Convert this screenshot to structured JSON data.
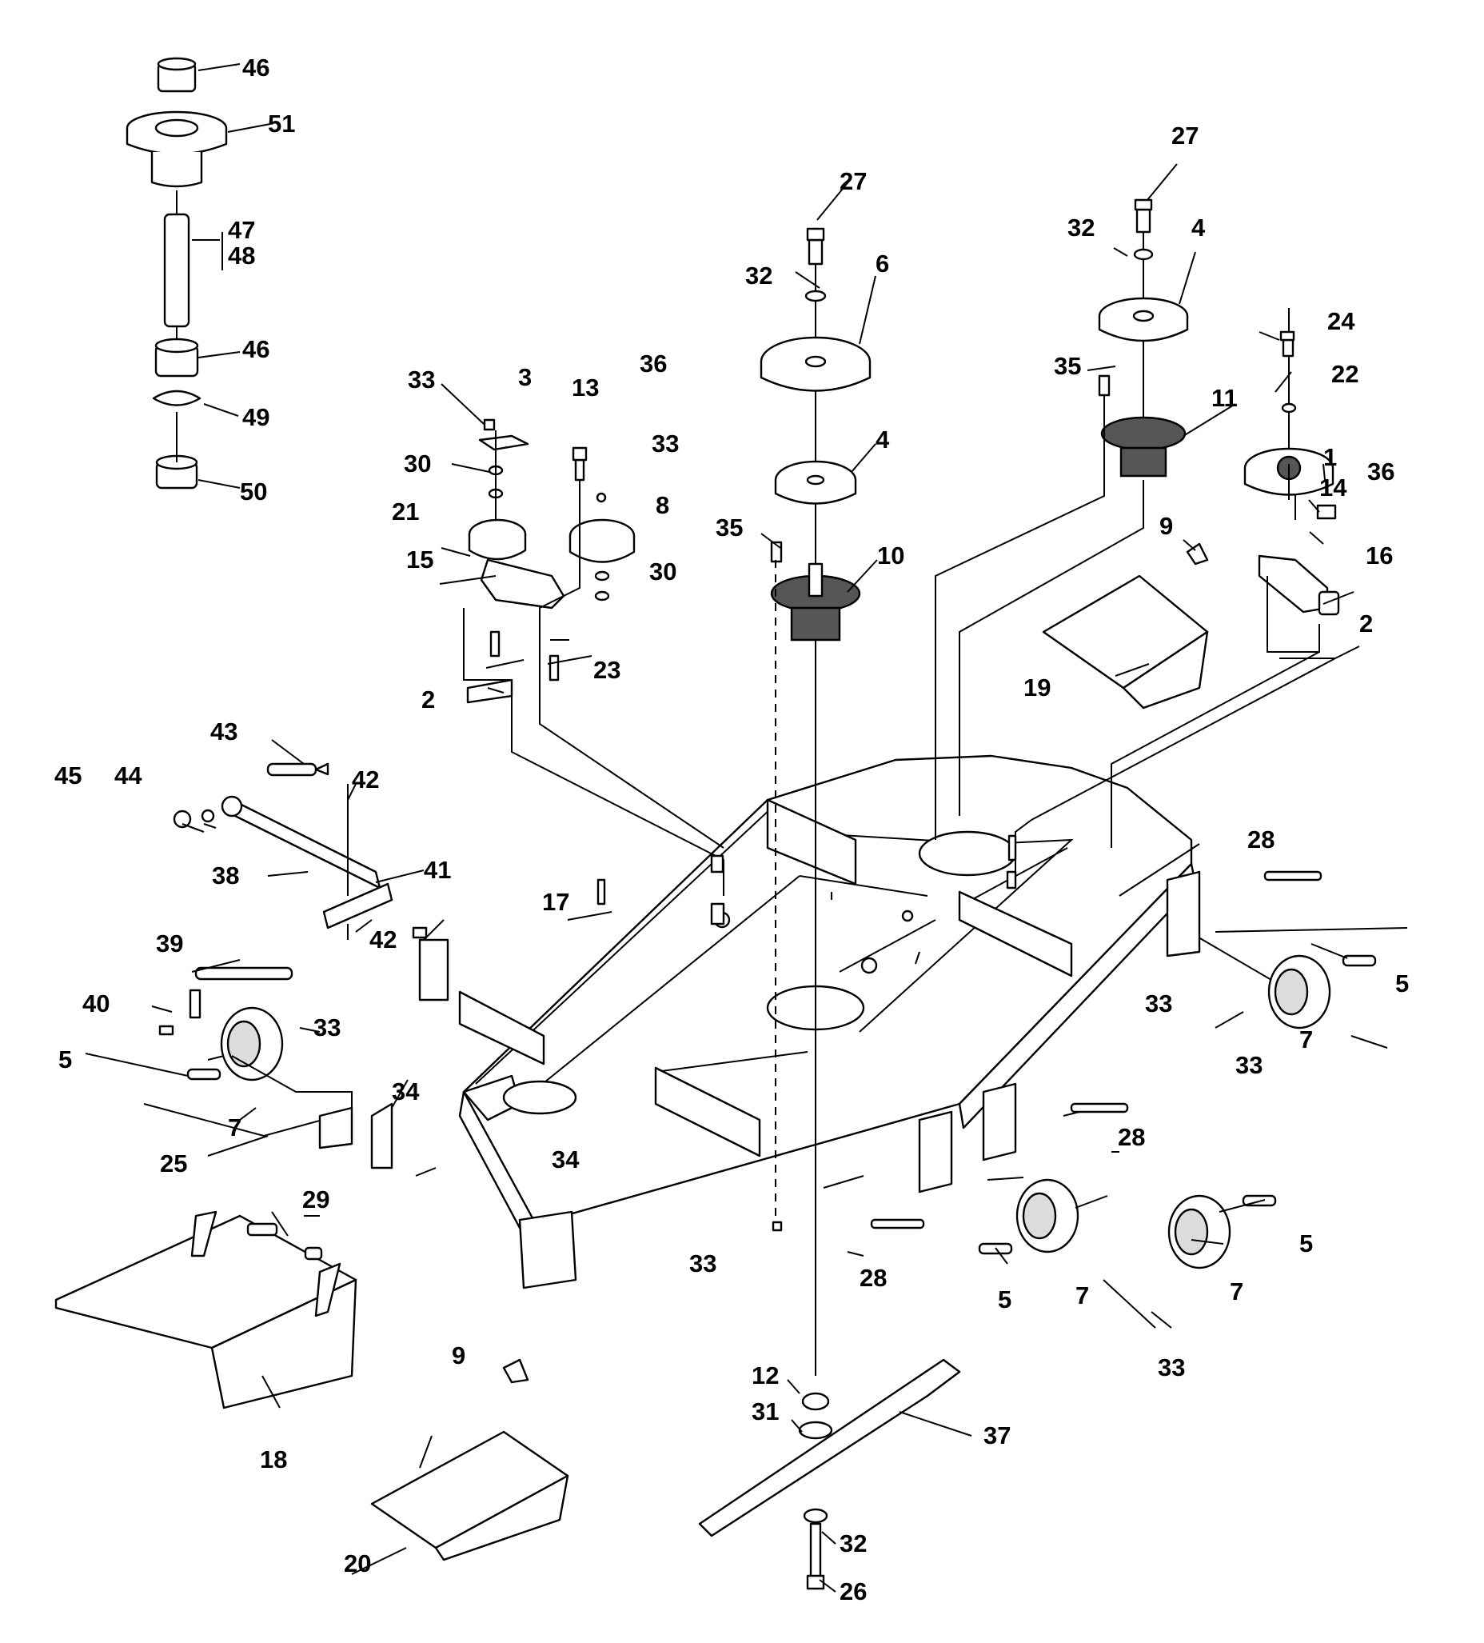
{
  "callouts": [
    "46",
    "51",
    "47",
    "48",
    "46",
    "49",
    "50",
    "27",
    "32",
    "6",
    "4",
    "35",
    "10",
    "12",
    "31",
    "37",
    "32",
    "26",
    "27",
    "32",
    "4",
    "24",
    "22",
    "35",
    "11",
    "1",
    "14",
    "36",
    "16",
    "9",
    "19",
    "2",
    "33",
    "3",
    "30",
    "13",
    "36",
    "33",
    "21",
    "8",
    "30",
    "15",
    "23",
    "2",
    "43",
    "45",
    "44",
    "42",
    "38",
    "41",
    "17",
    "42",
    "39",
    "40",
    "33",
    "5",
    "7",
    "34",
    "25",
    "29",
    "34",
    "18",
    "9",
    "20",
    "33",
    "28",
    "5",
    "7",
    "33",
    "33",
    "28",
    "5",
    "7",
    "28",
    "5",
    "7",
    "33"
  ]
}
